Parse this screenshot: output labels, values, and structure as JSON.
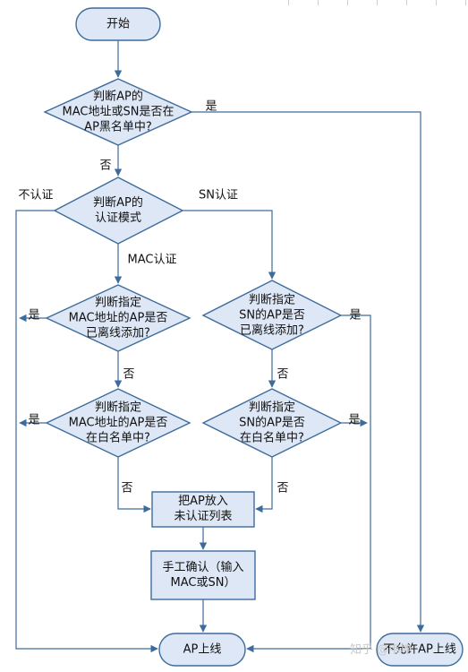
{
  "diagram": {
    "start": "开始",
    "blacklist_check": [
      "判断AP的",
      "MAC地址或SN是否在",
      "AP黑名单中?"
    ],
    "auth_mode": [
      "判断AP的",
      "认证模式"
    ],
    "mac_offline_check": [
      "判断指定",
      "MAC地址的AP是否",
      "已离线添加?"
    ],
    "mac_whitelist_check": [
      "判断指定",
      "MAC地址的AP是否",
      "在白名单中?"
    ],
    "sn_offline_check": [
      "判断指定",
      "SN的AP是否",
      "已离线添加?"
    ],
    "sn_whitelist_check": [
      "判断指定",
      "SN的AP是否",
      "在白名单中?"
    ],
    "unauth_list": [
      "把AP放入",
      "未认证列表"
    ],
    "manual_confirm": [
      "手工确认（输入",
      "MAC或SN）"
    ],
    "ap_online": "AP上线",
    "ap_not_online": "不允许AP上线",
    "labels": {
      "yes_blacklist": "是",
      "no_blacklist": "否",
      "no_auth": "不认证",
      "sn_auth": "SN认证",
      "mac_auth": "MAC认证",
      "yes_mac_offline": "是",
      "no_mac_offline": "否",
      "yes_mac_whitelist": "是",
      "no_mac_whitelist": "否",
      "yes_sn_offline": "是",
      "no_sn_offline": "否",
      "yes_sn_whitelist": "是",
      "no_sn_whitelist": "否"
    }
  },
  "watermark": "知乎 @韦坤"
}
